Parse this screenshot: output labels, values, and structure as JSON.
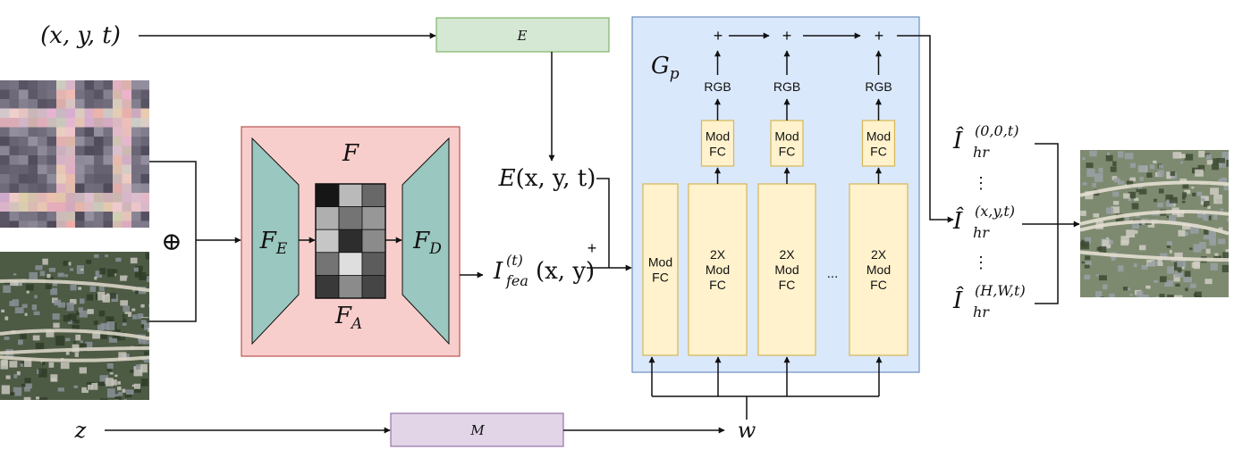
{
  "inputs": {
    "coords": "(x, y, t)",
    "noise": "z"
  },
  "encoder_box": {
    "label": "E"
  },
  "mapping_box": {
    "label": "M"
  },
  "feature_net": {
    "title": "F",
    "encoder": {
      "main": "F",
      "sub": "E"
    },
    "decoder": {
      "main": "F",
      "sub": "D"
    },
    "attention": {
      "main": "F",
      "sub": "A"
    },
    "attention_grid_gray": [
      0.05,
      0.75,
      0.4,
      0.7,
      0.45,
      0.6,
      0.8,
      0.15,
      0.55,
      0.45,
      0.9,
      0.35,
      0.2,
      0.55,
      0.25
    ]
  },
  "concat_symbol": "⊕",
  "embedding": {
    "main": "E",
    "args": "(x, y, t)"
  },
  "feature_output": {
    "main": "I",
    "sup": "(t)",
    "sub": "fea",
    "args": "(x, y)"
  },
  "plus_sign": "+",
  "generator": {
    "label": {
      "main": "G",
      "sub": "p"
    },
    "columns": [
      {
        "block": "Mod\nFC",
        "modfc": "",
        "rgb": ""
      },
      {
        "block": "2X\nMod\nFC",
        "modfc": "Mod\nFC",
        "rgb": "RGB"
      },
      {
        "block": "2X\nMod\nFC",
        "modfc": "Mod\nFC",
        "rgb": "RGB"
      },
      {
        "block": "2X\nMod\nFC",
        "modfc": "Mod\nFC",
        "rgb": "RGB"
      }
    ],
    "ellipsis": "...",
    "sum_symbol": "+"
  },
  "latent": "w",
  "outputs": [
    {
      "main": "Î",
      "sub": "hr",
      "sup": "(0,0,t)"
    },
    {
      "main": "Î",
      "sub": "hr",
      "sup": "(x,y,t)"
    },
    {
      "main": "Î",
      "sub": "hr",
      "sup": "(H,W,t)"
    }
  ],
  "vertical_ellipsis": "⋮",
  "colors": {
    "encoder_fill": "#d5e8d4",
    "encoder_stroke": "#82b366",
    "mapping_fill": "#e1d5e7",
    "mapping_stroke": "#9673a6",
    "feature_fill": "#f8cecc",
    "feature_stroke": "#b85450",
    "trapezoid_fill": "#9ac7bf",
    "generator_fill": "#dae8fc",
    "generator_stroke": "#6c8ebf",
    "block_fill": "#fff2cc",
    "block_stroke": "#d6b656"
  }
}
